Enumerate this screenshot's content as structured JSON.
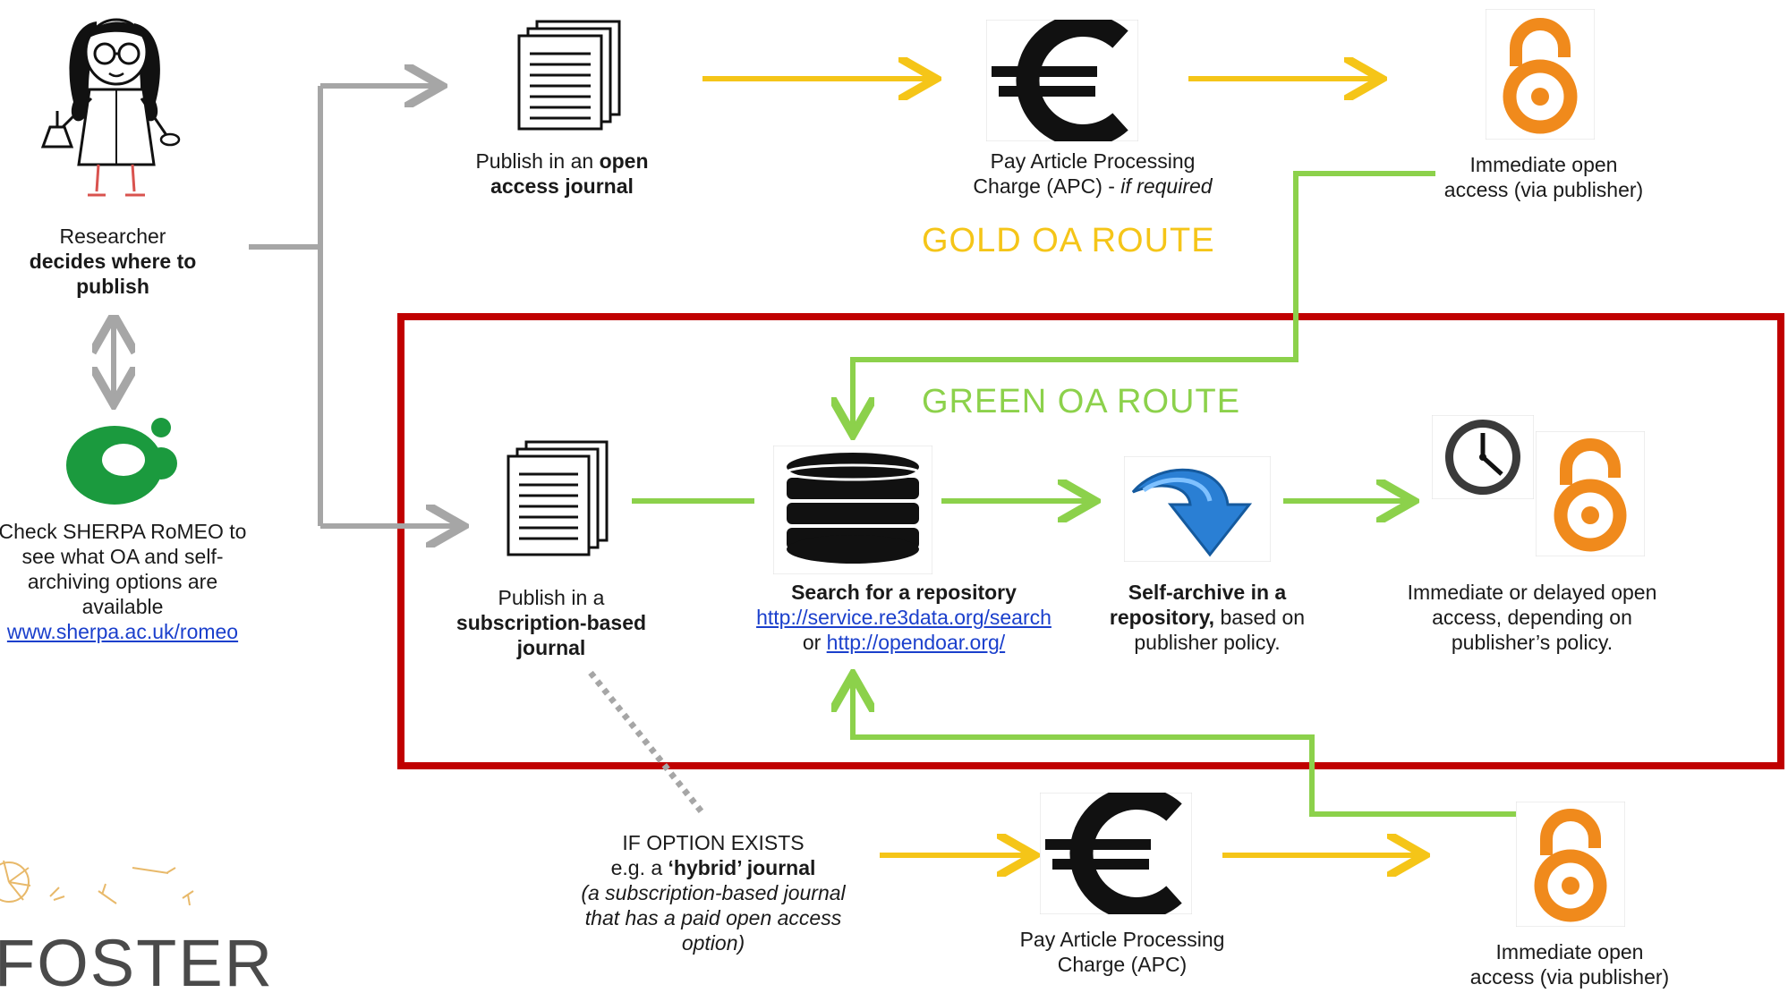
{
  "colors": {
    "gold": "#f5c518",
    "green": "#8cd14b",
    "grey": "#a6a6a6",
    "red_frame": "#c00000",
    "oa_orange": "#f08a1c",
    "link_blue": "#1a3fcc",
    "repo_arrow_blue": "#2a7fd4"
  },
  "researcher": {
    "line1": "Researcher",
    "line2": "decides where to",
    "line3": "publish"
  },
  "sherpa": {
    "line1": "Check SHERPA RoMEO to",
    "line2": "see what OA and self-",
    "line3": "archiving options are",
    "line4": "available",
    "link": "www.sherpa.ac.uk/romeo"
  },
  "gold_route": {
    "title": "GOLD OA ROUTE",
    "journal": {
      "pre": "Publish in an",
      "bold_inline": "open",
      "bold2": "access journal"
    },
    "apc": {
      "line1": "Pay Article Processing",
      "line2_plain": "Charge (APC) -",
      "line2_italic": "if required"
    },
    "immediate": {
      "line1": "Immediate open",
      "line2": "access (via publisher)"
    }
  },
  "green_route": {
    "title": "GREEN OA ROUTE",
    "subscription": {
      "line1": "Publish in a",
      "line2": "subscription-based",
      "line3": "journal"
    },
    "search": {
      "title": "Search for a repository",
      "link1": "http://service.re3data.org/search",
      "or": "or",
      "link2": "http://opendoar.org/"
    },
    "self_archive": {
      "bold1": "Self-archive in a",
      "bold2": "repository,",
      "plain2": "based on",
      "line3": "publisher policy."
    },
    "delayed": {
      "line1": "Immediate or delayed open",
      "line2": "access, depending on",
      "line3": "publisher’s policy."
    }
  },
  "hybrid": {
    "line1": "IF OPTION EXISTS",
    "line2_pre": "e.g.  a",
    "line2_bold": "‘hybrid’ journal",
    "line3": "(a subscription-based journal",
    "line4": "that has a paid open access",
    "line5": "option)",
    "apc": {
      "line1": "Pay Article Processing",
      "line2": "Charge (APC)"
    },
    "immediate": {
      "line1": "Immediate open",
      "line2": "access (via publisher)"
    }
  },
  "logo": {
    "text": "FOSTER"
  },
  "icons": [
    "researcher-illustration",
    "sherpa-romeo-logo",
    "document-stack-icon",
    "euro-icon",
    "open-access-icon",
    "database-icon",
    "download-arrow-icon",
    "clock-icon"
  ]
}
